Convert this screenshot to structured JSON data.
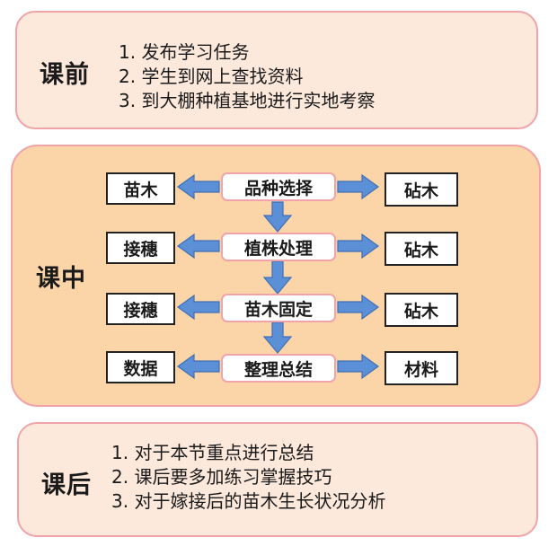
{
  "before": {
    "title": "课前",
    "items": [
      "1. 发布学习任务",
      "2. 学生到网上查找资料",
      "3. 到大棚种植基地进行实地考察"
    ]
  },
  "during": {
    "title": "课中",
    "rows": [
      {
        "left": "苗木",
        "step": "品种选择",
        "right": "砧木"
      },
      {
        "left": "接穗",
        "step": "植株处理",
        "right": "砧木"
      },
      {
        "left": "接穗",
        "step": "苗木固定",
        "right": "砧木"
      },
      {
        "left": "数据",
        "step": "整理总结",
        "right": "材料"
      }
    ]
  },
  "after": {
    "title": "课后",
    "items": [
      "1. 对于本节重点进行总结",
      "2. 课后要多加练习掌握技巧",
      "3. 对于嫁接后的苗木生长状况分析"
    ]
  },
  "colors": {
    "panel_border": "#f0a3a8",
    "panel_light_fill": "#fde9dc",
    "panel_mid_fill": "#fbd4a7",
    "arrow_fill": "#5b8fd6"
  }
}
